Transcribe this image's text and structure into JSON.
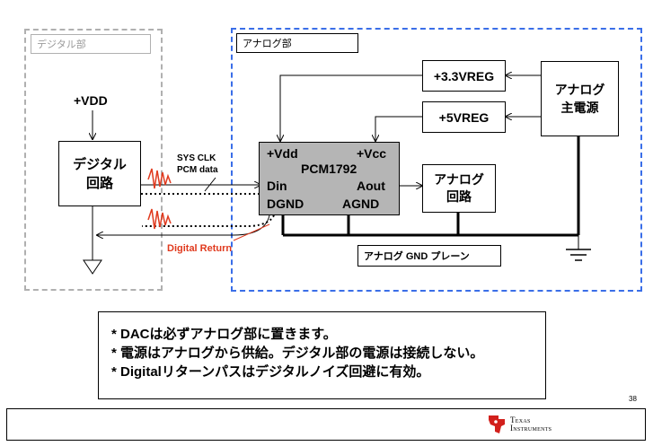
{
  "digital_section": {
    "label": "デジタル部"
  },
  "analog_section": {
    "label": "アナログ部"
  },
  "vdd_label": "+VDD",
  "digital_circuit": {
    "line1": "デジタル",
    "line2": "回路"
  },
  "signals": {
    "sys_clk": "SYS CLK",
    "pcm_data": "PCM data",
    "digital_return": "Digital Return"
  },
  "dac": {
    "vdd": "+Vdd",
    "vcc": "+Vcc",
    "name": "PCM1792",
    "din": "Din",
    "aout": "Aout",
    "dgnd": "DGND",
    "agnd": "AGND"
  },
  "regulators": {
    "reg33": "+3.3VREG",
    "reg5": "+5VREG"
  },
  "main_power": {
    "line1": "アナログ",
    "line2": "主電源"
  },
  "analog_circuit": {
    "line1": "アナログ",
    "line2": "回路"
  },
  "ground_plane": {
    "label": "アナログ GND プレーン"
  },
  "notes": [
    "* DACは必ずアナログ部に置きます。",
    "* 電源はアナログから供給。デジタル部の電源は接続しない。",
    "* Digitalリターンパスはデジタルノイズ回避に有効。"
  ],
  "page_number": "38",
  "logo": {
    "line1": "Texas",
    "line2": "Instruments"
  },
  "colors": {
    "digital_border": "#b0b0b0",
    "analog_border": "#3a6ee8",
    "digital_return": "#e03a1e",
    "noise": "#e03a1e"
  }
}
